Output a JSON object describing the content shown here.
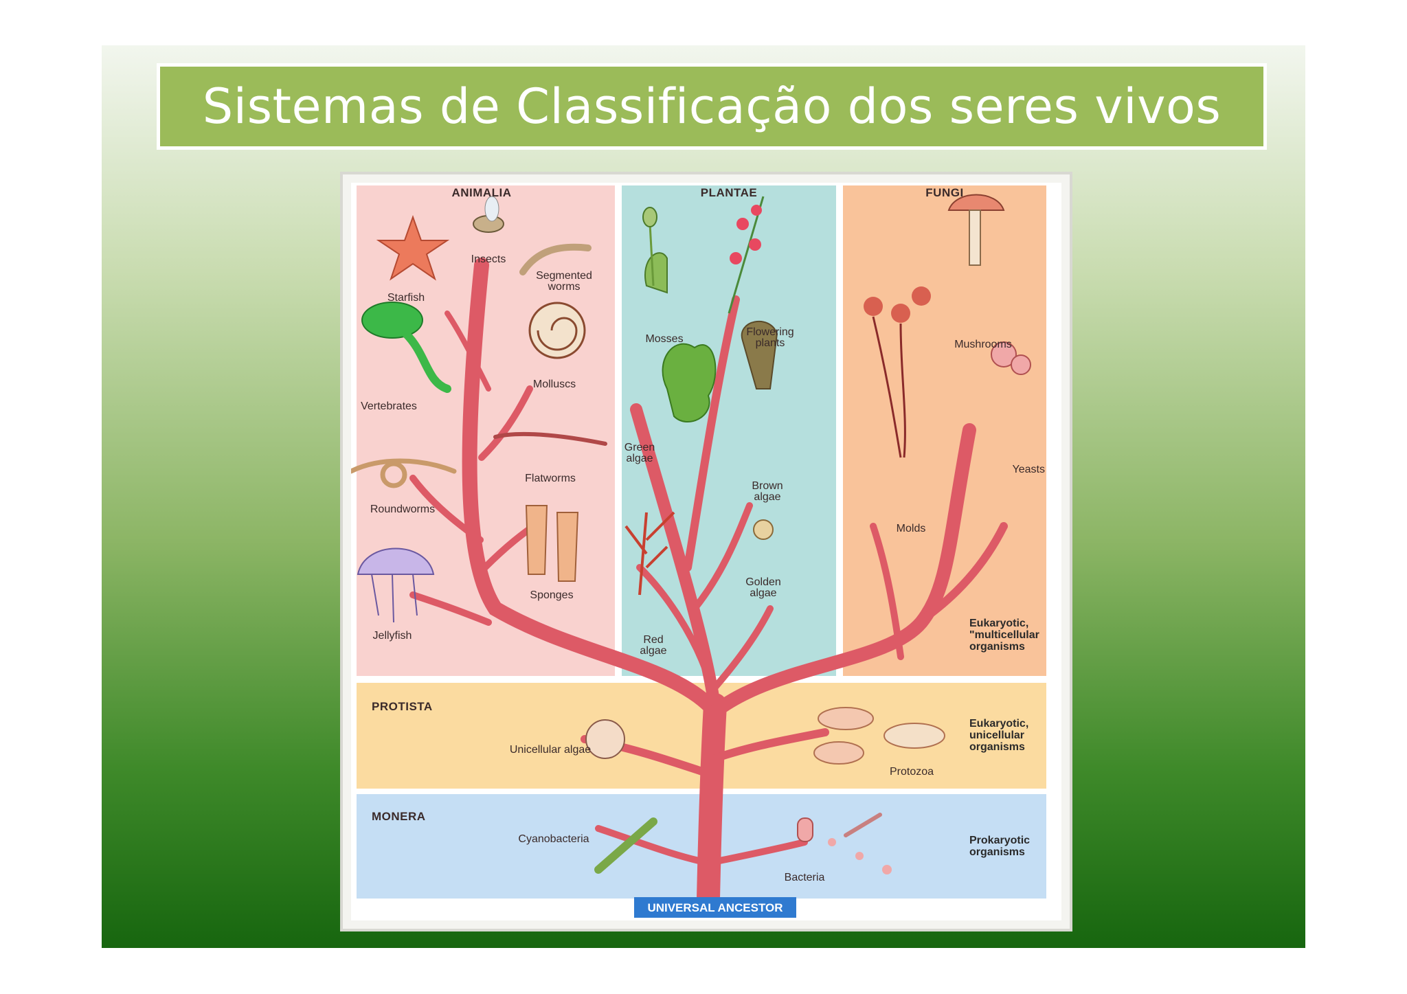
{
  "title": "Sistemas de Classificação dos seres vivos",
  "kingdoms": {
    "animalia": "ANIMALIA",
    "plantae": "PLANTAE",
    "fungi": "FUNGI",
    "protista": "PROTISTA",
    "monera": "MONERA"
  },
  "root": "UNIVERSAL ANCESTOR",
  "organisms": {
    "starfish": "Starfish",
    "insects": "Insects",
    "segmented_worms_1": "Segmented",
    "segmented_worms_2": "worms",
    "vertebrates": "Vertebrates",
    "molluscs": "Molluscs",
    "flatworms": "Flatworms",
    "roundworms": "Roundworms",
    "sponges": "Sponges",
    "jellyfish": "Jellyfish",
    "mosses": "Mosses",
    "flowering_1": "Flowering",
    "flowering_2": "plants",
    "green_algae_1": "Green",
    "green_algae_2": "algae",
    "brown_algae_1": "Brown",
    "brown_algae_2": "algae",
    "red_algae_1": "Red",
    "red_algae_2": "algae",
    "golden_algae_1": "Golden",
    "golden_algae_2": "algae",
    "mushrooms": "Mushrooms",
    "molds": "Molds",
    "yeasts": "Yeasts",
    "unicellular_algae": "Unicellular algae",
    "protozoa": "Protozoa",
    "cyanobacteria": "Cyanobacteria",
    "bacteria": "Bacteria"
  },
  "descriptions": {
    "multicellular": [
      "Eukaryotic,",
      "\"multicellular",
      "organisms"
    ],
    "unicellular": [
      "Eukaryotic,",
      "unicellular",
      "organisms"
    ],
    "prokaryotic": [
      "Prokaryotic",
      "organisms"
    ]
  },
  "colors": {
    "title_bg": "#9bbb59",
    "animalia_bg": "#f9d2cf",
    "plantae_bg": "#b5dfdd",
    "fungi_bg": "#f9c39a",
    "protista_bg": "#fbdba0",
    "monera_bg": "#c5def4",
    "branch": "#dd5a66",
    "root_label_bg": "#2f7ad0"
  }
}
